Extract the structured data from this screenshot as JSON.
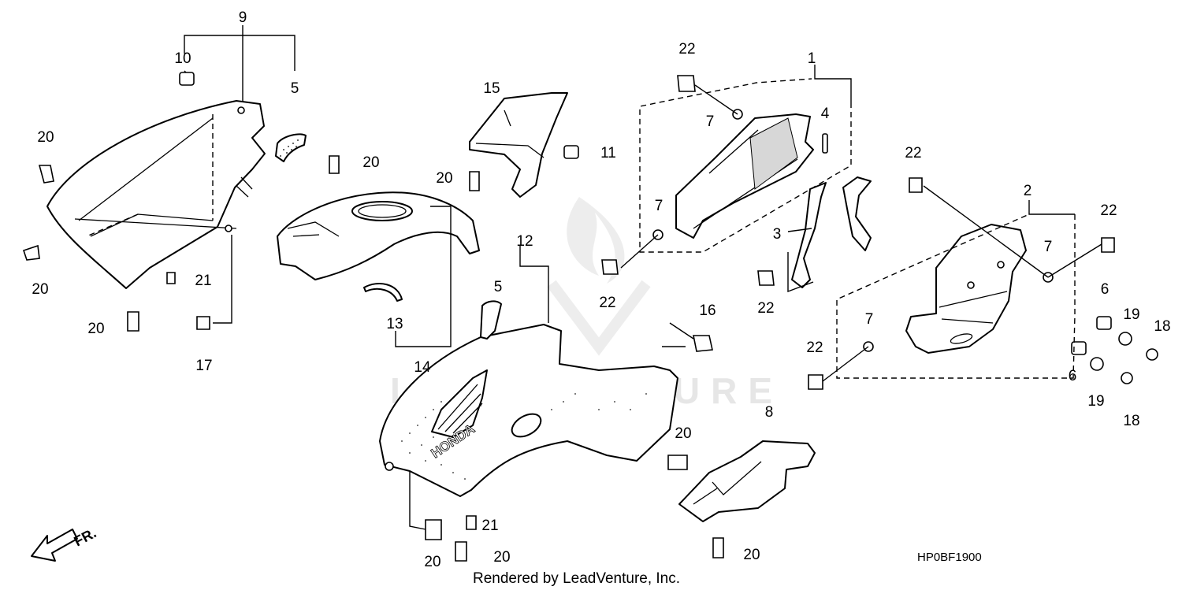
{
  "diagram": {
    "callouts": {
      "p1": "1",
      "p2": "2",
      "p3": "3",
      "p4": "4",
      "p5a": "5",
      "p5b": "5",
      "p6a": "6",
      "p6b": "6",
      "p7a": "7",
      "p7b": "7",
      "p7c": "7",
      "p7d": "7",
      "p8": "8",
      "p9": "9",
      "p10": "10",
      "p11": "11",
      "p12": "12",
      "p13": "13",
      "p14": "14",
      "p15": "15",
      "p16": "16",
      "p17": "17",
      "p18a": "18",
      "p18b": "18",
      "p19a": "19",
      "p19b": "19",
      "p20a": "20",
      "p20b": "20",
      "p20c": "20",
      "p20d": "20",
      "p20e": "20",
      "p20f": "20",
      "p20g": "20",
      "p20h": "20",
      "p20i": "20",
      "p21a": "21",
      "p21b": "21",
      "p22a": "22",
      "p22b": "22",
      "p22c": "22",
      "p22d": "22",
      "p22e": "22"
    },
    "direction_label": "FR.",
    "diagram_code": "HP0BF1900",
    "credit": "Rendered by LeadVenture, Inc.",
    "watermark_text": "LEADVENTURE",
    "decal_text": "HONDA"
  }
}
